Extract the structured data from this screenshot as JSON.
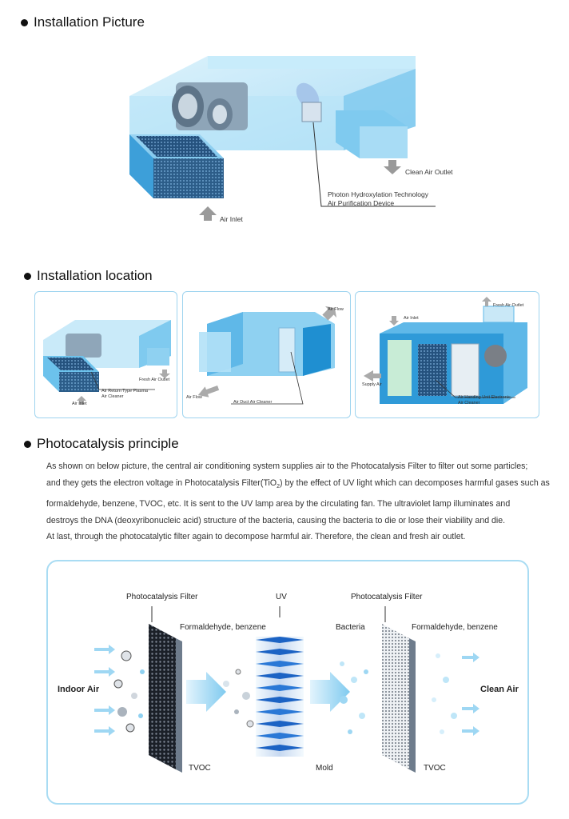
{
  "sections": {
    "installation_picture": "Installation Picture",
    "installation_location": "Installation location",
    "photocatalysis_principle": "Photocatalysis principle"
  },
  "install_picture": {
    "clean_air_outlet": "Clean Air Outlet",
    "device_line1": "Photon Hydroxylation Technology",
    "device_line2": "Air Purification Device",
    "air_inlet": "Air Inlet"
  },
  "locations": {
    "panel1": {
      "fresh_air_outlet": "Fresh Air Outlet",
      "device_line1": "Air  Return Type Plasma",
      "device_line2": "Air Cleaner",
      "air_inlet": "Air Inlet"
    },
    "panel2": {
      "air_flow_top": "Air Flow",
      "air_flow_bottom": "Air Flow",
      "device": "Air Duct Air Cleaner"
    },
    "panel3": {
      "air_inlet": "Air Inlet",
      "fresh_air_outlet": "Fresh Air Outlet",
      "supply_air": "Supply Air",
      "device_line1": "Air Handing Unit Electronic",
      "device_line2": "Air Cleaner"
    }
  },
  "principle": {
    "lines": [
      "As shown on below picture, the central air conditioning system supplies air to the Photocatalysis Filter to filter out some particles;",
      "and they gets the electron voltage in Photocatalysis Filter(TiO",
      "formaldehyde, benzene, TVOC, etc. It is sent to the UV lamp area by the circulating fan. The ultraviolet lamp illuminates and",
      "destroys the DNA (deoxyribonucleic acid) structure of the bacteria, causing the bacteria to die or lose their viability and die.",
      "At last, through the photocatalytic filter again to decompose harmful air. Therefore, the clean and fresh air outlet."
    ],
    "line2_sub": "2",
    "line2_rest": ") by the effect of UV light which can decomposes harmful gases such as"
  },
  "diagram": {
    "filter1": "Photocatalysis Filter",
    "uv": "UV",
    "filter2": "Photocatalysis Filter",
    "formaldehyde1": "Formaldehyde, benzene",
    "bacteria": "Bacteria",
    "formaldehyde2": "Formaldehyde, benzene",
    "indoor_air": "Indoor Air",
    "clean_air": "Clean Air",
    "tvoc1": "TVOC",
    "mold": "Mold",
    "tvoc2": "TVOC"
  },
  "colors": {
    "duct_light": "#bfe6f8",
    "duct_mid": "#6cc2ec",
    "duct_dark": "#1f8fd1",
    "frame": "#a9dcf3"
  }
}
